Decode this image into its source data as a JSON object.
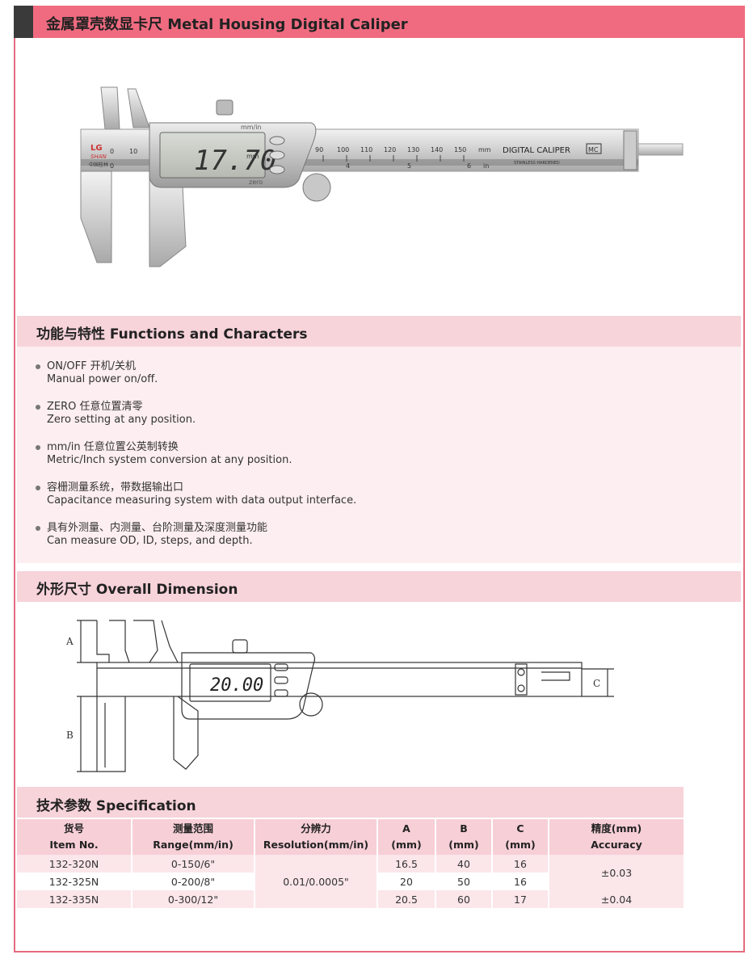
{
  "title": "金属罩壳数显卡尺 Metal Housing Digital Caliper",
  "photo": {
    "lcd_value": "17.70",
    "lcd_unit_mm": "mm",
    "lcd_unit_top": "mm/in",
    "lcd_zero": "zero",
    "brand_top": "LG",
    "brand_mid": "SHAN",
    "brand_cn": "中国桂林",
    "scale_mm_left": [
      "0",
      "10"
    ],
    "scale_mm_right": [
      "90",
      "100",
      "110",
      "120",
      "130",
      "140",
      "150",
      "mm"
    ],
    "scale_in_left": [
      "0"
    ],
    "scale_in_right": [
      "4",
      "5",
      "6",
      "in"
    ],
    "beam_label": "DIGITAL CALIPER",
    "beam_sub": "STAINLESS HARDENED",
    "mc_mark": "MC"
  },
  "functions": {
    "heading": "功能与特性 Functions and Characters",
    "items": [
      {
        "line1": "ON/OFF 开机/关机",
        "line2": "Manual power on/off."
      },
      {
        "line1": "ZERO 任意位置清零",
        "line2": "Zero setting at any position."
      },
      {
        "line1": "mm/in 任意位置公英制转换",
        "line2": "Metric/Inch system conversion at any position."
      },
      {
        "line1": "容栅测量系统，带数据输出口",
        "line2": "Capacitance measuring system with data output interface."
      },
      {
        "line1": "具有外测量、内测量、台阶测量及深度测量功能",
        "line2": "Can measure OD, ID, steps, and depth."
      }
    ]
  },
  "dimension": {
    "heading": "外形尺寸 Overall Dimension",
    "lcd_value": "20.00",
    "label_a": "A",
    "label_b": "B",
    "label_c": "C"
  },
  "spec": {
    "heading": "技术参数 Specification",
    "headers": [
      {
        "cn": "货号",
        "en": "Item No."
      },
      {
        "cn": "测量范围",
        "en": "Range(mm/in)"
      },
      {
        "cn": "分辨力",
        "en": "Resolution(mm/in)"
      },
      {
        "cn": "A",
        "en": "(mm)"
      },
      {
        "cn": "B",
        "en": "(mm)"
      },
      {
        "cn": "C",
        "en": "(mm)"
      },
      {
        "cn": "精度(mm)",
        "en": "Accuracy"
      }
    ],
    "rows": [
      {
        "item": "132-320N",
        "range": "0-150/6\"",
        "a": "16.5",
        "b": "40",
        "c": "16"
      },
      {
        "item": "132-325N",
        "range": "0-200/8\"",
        "a": "20",
        "b": "50",
        "c": "16"
      },
      {
        "item": "132-335N",
        "range": "0-300/12\"",
        "a": "20.5",
        "b": "60",
        "c": "17"
      }
    ],
    "resolution": "0.01/0.0005\"",
    "accuracy_1": "±0.03",
    "accuracy_2": "±0.04"
  }
}
